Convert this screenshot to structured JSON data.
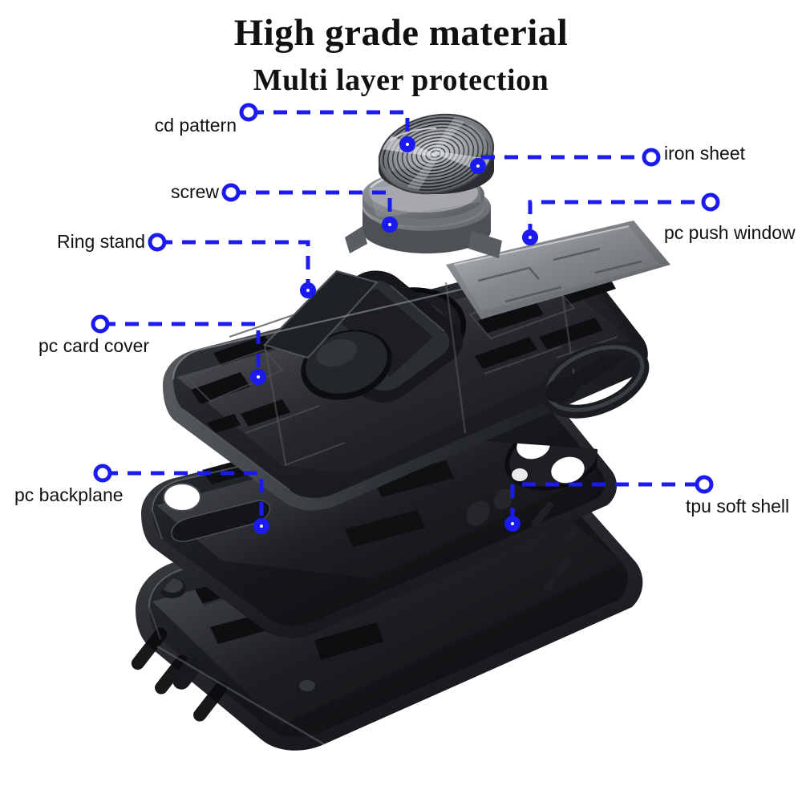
{
  "headings": {
    "main": "High grade material",
    "sub": "Multi layer protection"
  },
  "colors": {
    "callout_blue": "#1b1bee",
    "text_black": "#111111",
    "background": "#ffffff",
    "case_black": "#1b1c1f",
    "metal_gray": "#8a8d92"
  },
  "callouts": [
    {
      "id": "cd-pattern",
      "label": "cd pattern",
      "side": "left"
    },
    {
      "id": "screw",
      "label": "screw",
      "side": "left"
    },
    {
      "id": "ring-stand",
      "label": "Ring stand",
      "side": "left"
    },
    {
      "id": "pc-card-cover",
      "label": "pc card cover",
      "side": "left"
    },
    {
      "id": "pc-backplane",
      "label": "pc backplane",
      "side": "left"
    },
    {
      "id": "iron-sheet",
      "label": "iron sheet",
      "side": "right"
    },
    {
      "id": "pc-push-window",
      "label": "pc push window",
      "side": "right"
    },
    {
      "id": "tpu-soft-shell",
      "label": "tpu soft shell",
      "side": "right"
    }
  ],
  "product": {
    "type": "exploded-view-phone-case",
    "layers": [
      "cd pattern disc",
      "iron sheet",
      "ring stand / screw base",
      "pc card cover (armor shell)",
      "pc push window (camera slider)",
      "pc backplane",
      "tpu soft shell"
    ]
  }
}
